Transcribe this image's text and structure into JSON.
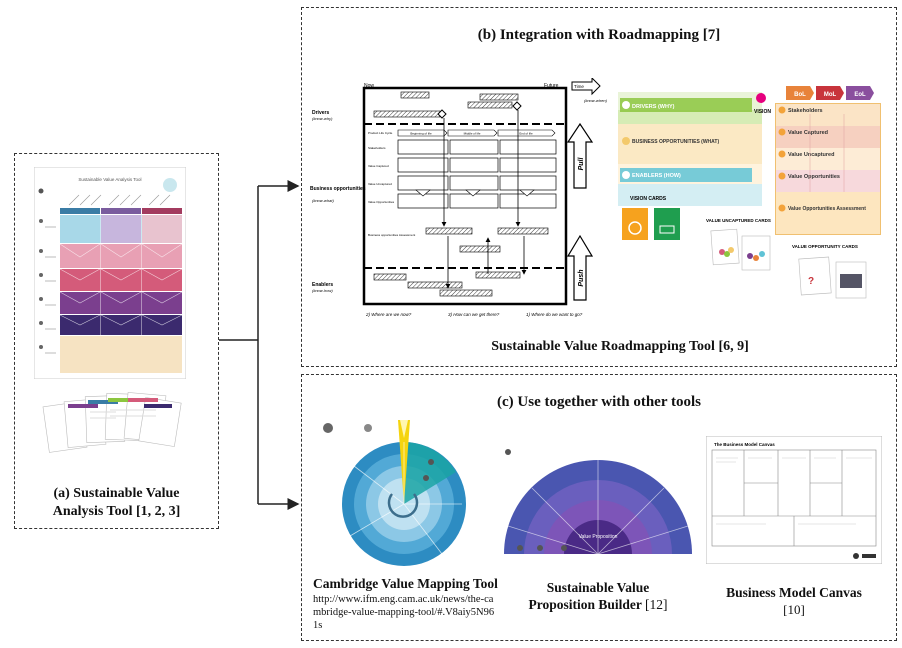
{
  "panel_a": {
    "caption_line1": "(a) Sustainable Value",
    "caption_line2": "Analysis Tool [1, 2, 3]",
    "sheet_title": "Sustainable Value Analysis Tool",
    "section_colors": [
      "#a8d8e8",
      "#e8a0b4",
      "#d45b7a",
      "#7b3f8e",
      "#3b2a6e",
      "#f6e3c2"
    ]
  },
  "panel_b": {
    "title": "(b) Integration with Roadmapping [7]",
    "caption": "Sustainable Value Roadmapping Tool [6, 9]",
    "roadmap": {
      "now": "Now",
      "future": "Future",
      "time": "Time",
      "know_when": "(know-when)",
      "drivers": "Drivers",
      "drivers_sub": "(know-why)",
      "business": "Business opportunities",
      "business_sub": "(know-what)",
      "enablers": "Enablers",
      "enablers_sub": "(know-how)",
      "pull": "Pull",
      "push": "Push",
      "row_labels": [
        "Product Life Cycle",
        "Stakeholders",
        "Value Captured",
        "Value Uncaptured",
        "Value Opportunities",
        "Business opportunities Assessment"
      ],
      "lifecycle": [
        "Beginning of life",
        "Middle of life",
        "End of life"
      ],
      "questions": [
        "2) Where are we now?",
        "3) How can we get there?",
        "1) Where do we want to go?"
      ]
    },
    "svrt": {
      "drivers": "DRIVERS (WHY)",
      "business": "BUSINESS OPPORTUNITIES (WHAT)",
      "enablers": "ENABLERS (HOW)",
      "vision": "VISION",
      "bol": "BoL",
      "mol": "MoL",
      "eol": "EoL",
      "rows": [
        "Stakeholders",
        "Value Captured",
        "Value Uncaptured",
        "Value Opportunities",
        "Value Opportunities Assessment"
      ],
      "vision_cards": "VISION CARDS",
      "value_uncaptured_cards": "VALUE UNCAPTURED CARDS",
      "value_opportunity_cards": "VALUE OPPORTUNITY CARDS",
      "colors": {
        "drivers": "#8cc63f",
        "business": "#f3c96b",
        "enablers": "#5fc3d6",
        "vision": "#e6007e",
        "bol": "#e8833a",
        "mol": "#c8343c",
        "eol": "#8a4f9e"
      }
    }
  },
  "panel_c": {
    "title": "(c) Use together with other tools",
    "tools": [
      {
        "name": "Cambridge Value Mapping Tool",
        "note": "http://www.ifm.eng.cam.ac.uk/news/the-cambridge-value-mapping-tool/#.V8aiy5N961s"
      },
      {
        "name_line1": "Sustainable Value",
        "name_line2": "Proposition Builder",
        "ref": "[12]"
      },
      {
        "name": "Business Model Canvas",
        "ref": "[10]"
      }
    ],
    "svpb_center": "Value Proposition",
    "bmc_title": "The Business Model Canvas"
  }
}
